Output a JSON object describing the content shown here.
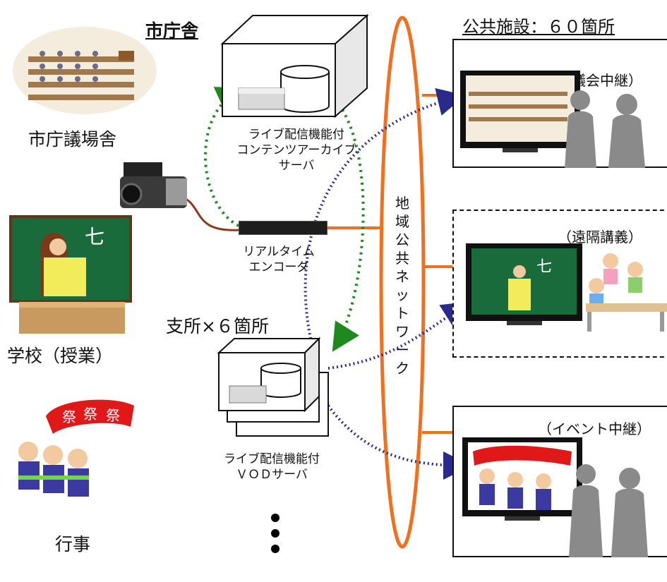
{
  "city_hall": {
    "title": "市庁舎",
    "archive_server": {
      "line1": "ライブ配信機能付",
      "line2": "コンテンツアーカイブ",
      "line3": "サーバ"
    },
    "encoder": {
      "line1": "リアルタイム",
      "line2": "エンコーダ"
    }
  },
  "sources": [
    {
      "label": "市庁議場舎",
      "icon": "council-chamber-image"
    },
    {
      "label": "学校（授業）",
      "icon": "classroom-teacher-image"
    },
    {
      "label": "行事",
      "icon": "festival-dancers-image",
      "banner_text": "祭"
    }
  ],
  "branch": {
    "title": "支所×６箇所",
    "vod_server": {
      "line1": "ライブ配信機能付",
      "line2": "ＶＯＤサーバ"
    }
  },
  "network": {
    "label": "地域公共ネットワーク",
    "chars": [
      "地",
      "域",
      "公",
      "共",
      "ネ",
      "ッ",
      "ト",
      "ワ",
      "ー",
      "ク"
    ]
  },
  "public_facilities": {
    "title": "公共施設：６０箇所",
    "items": [
      {
        "label": "（議会中継）"
      },
      {
        "label": "（遠隔講義）"
      },
      {
        "label": "（イベント中継）"
      }
    ]
  },
  "colors": {
    "network": "#f07020",
    "feed": "#8b3a1a",
    "green_link": "#1e8a1e",
    "blue_link": "#2a2a8a"
  }
}
